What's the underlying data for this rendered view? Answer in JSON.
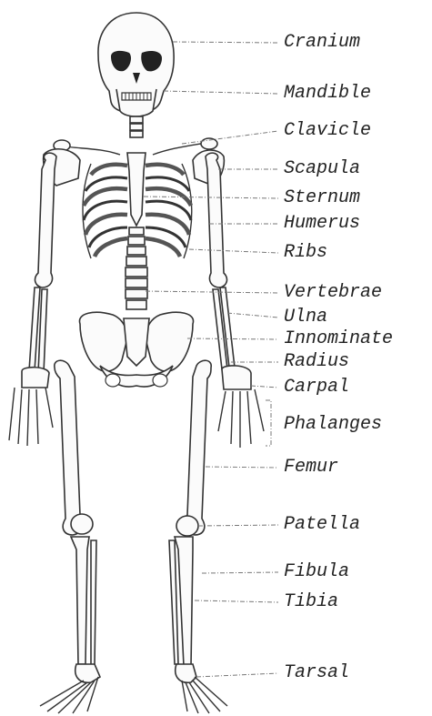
{
  "labels": {
    "cranium": "Cranium",
    "mandible": "Mandible",
    "clavicle": "Clavicle",
    "scapula": "Scapula",
    "sternum": "Sternum",
    "humerus": "Humerus",
    "ribs": "Ribs",
    "vertebrae": "Vertebrae",
    "ulna": "Ulna",
    "innominate": "Innominate",
    "radius": "Radius",
    "carpal": "Carpal",
    "phalanges": "Phalanges",
    "femur": "Femur",
    "patella": "Patella",
    "fibula": "Fibula",
    "tibia": "Tibia",
    "tarsal": "Tarsal"
  }
}
